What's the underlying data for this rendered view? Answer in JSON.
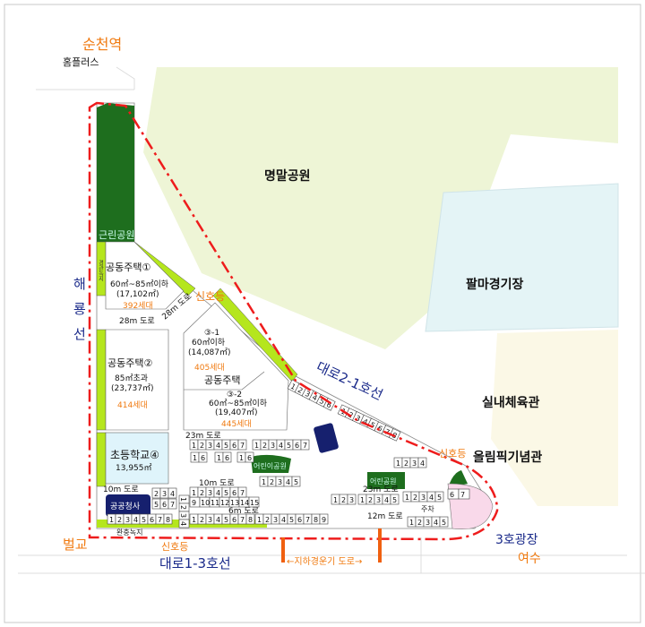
{
  "landmarks": {
    "station": "순천역",
    "homeplus": "홈플러스",
    "park": "명말공원",
    "stadium": "팔마경기장",
    "gym": "실내체육관",
    "olympic_hall": "올림픽기념관",
    "neighborhood_park": "근린공원",
    "kids_park": "어린이공원",
    "small_park": "어린공원"
  },
  "roads": {
    "haeryong_line": [
      "해",
      "룡",
      "선"
    ],
    "daero_2_1": "대로2-1호선",
    "daero_1_3": "대로1-3호선",
    "plaza_3": "3호광장",
    "yeosu": "여수",
    "beolgyo": "벌교",
    "signal_1": "신호등",
    "signal_2": "신호등",
    "signal_3": "신호등",
    "underpass": "←지하경운기 도로→",
    "road_28m_a": "28m 도로",
    "road_28m_b": "28m 도로",
    "road_23m_a": "23m 도로",
    "road_23m_b": "23m 도로",
    "road_10m_a": "10m 도로",
    "road_10m_b": "10m 도로",
    "road_12m": "12m 도로",
    "road_6m": "6m 도로",
    "buffer_green": "경관녹지",
    "buffer_green_2": "완충녹지"
  },
  "blocks": {
    "b1": {
      "title": "공동주택①",
      "size": "60㎡~85㎡이하",
      "area": "(17,102㎡)",
      "units": "392세대"
    },
    "b2": {
      "title": "공동주택②",
      "size": "85㎡초과",
      "area": "(23,737㎡)",
      "units": "414세대"
    },
    "b3": {
      "title": "공동주택",
      "s1_name": "③-1",
      "s1_size": "60㎡이하",
      "s1_area": "(14,087㎡)",
      "s1_units": "405세대",
      "s2_name": "③-2",
      "s2_size": "60㎡~85㎡이하",
      "s2_area": "(19,407㎡)",
      "s2_units": "445세대"
    },
    "school": {
      "title": "초등학교④",
      "area": "13,955㎡"
    },
    "office": "공공청사",
    "parking": "주차"
  },
  "lots": [
    "1234567",
    "1234567",
    "16",
    "16",
    "16",
    "123456",
    "12345678",
    "12345678",
    "123456789",
    "234",
    "567",
    "9101112131415",
    "1234567",
    "1234",
    "12345",
    "123",
    "12345",
    "12345",
    "1234",
    "12345678",
    "12345",
    "67"
  ],
  "colors": {
    "park": "#eef5d6",
    "stadium": "#e4f4f6",
    "gym": "#fbf8e6",
    "boundary": "#ee1c1c",
    "buffer": "#b5e61d",
    "dark_green": "#1e6e1e",
    "office": "#16206e",
    "school": "#dff4fb",
    "pink": "#f9d9ea",
    "orange": "#f07a10"
  }
}
